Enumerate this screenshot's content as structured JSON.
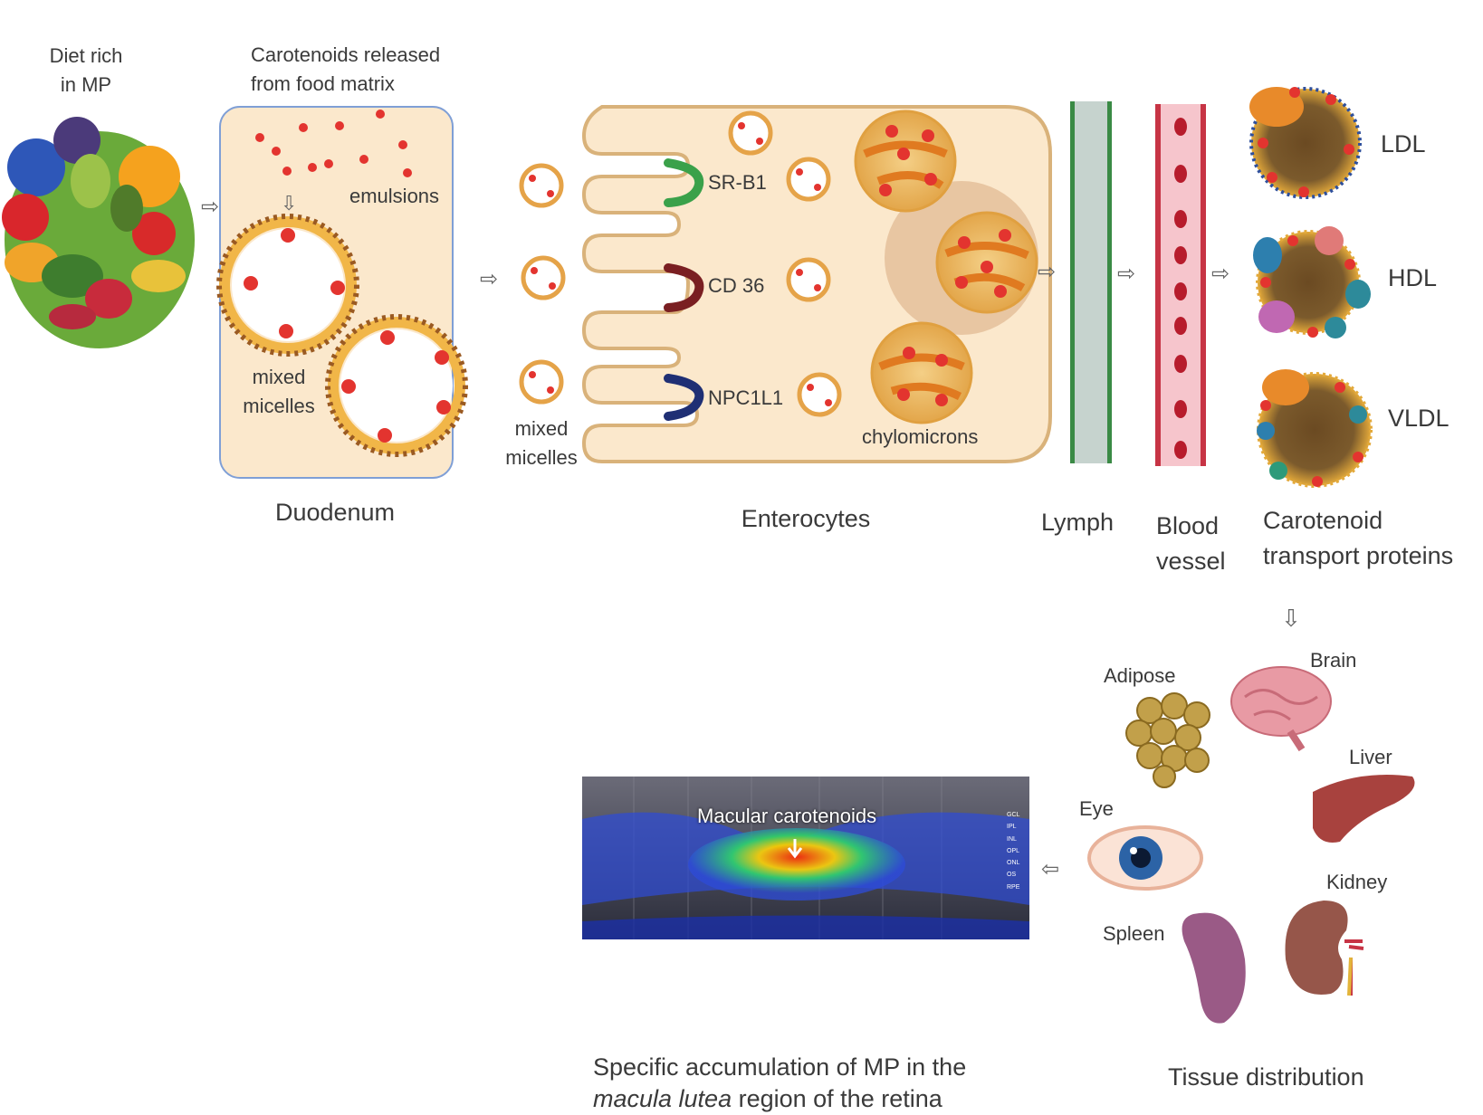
{
  "diet": {
    "line1": "Diet rich",
    "line2": "in MP"
  },
  "duodenum": {
    "release_line1": "Carotenoids released",
    "release_line2": "from food matrix",
    "emulsions": "emulsions",
    "mixed_micelles_line1": "mixed",
    "mixed_micelles_line2": "micelles",
    "title": "Duodenum"
  },
  "enterocytes": {
    "mixed_micelles_line1": "mixed",
    "mixed_micelles_line2": "micelles",
    "receptors": [
      "SR-B1",
      "CD 36",
      "NPC1L1"
    ],
    "chylomicrons": "chylomicrons",
    "title": "Enterocytes"
  },
  "lymph": "Lymph",
  "blood_vessel": {
    "line1": "Blood",
    "line2": "vessel"
  },
  "transport": {
    "proteins": [
      "LDL",
      "HDL",
      "VLDL"
    ],
    "title_line1": "Carotenoid",
    "title_line2": "transport proteins"
  },
  "tissues": {
    "labels": [
      "Adipose",
      "Brain",
      "Liver",
      "Eye",
      "Kidney",
      "Spleen"
    ],
    "title": "Tissue distribution"
  },
  "retina": {
    "image_label": "Macular carotenoids",
    "layer_labels": [
      "GCL",
      "IPL",
      "INL",
      "OPL",
      "ONL",
      "OS",
      "RPE"
    ],
    "caption_line1": "Specific accumulation of MP in the",
    "caption_line2_italic": "macula lutea",
    "caption_line2_rest": " region of the retina"
  },
  "colors": {
    "cell_fill": "#fbe8cc",
    "cell_stroke": "#d9b27a",
    "duodenum_border": "#7f9fd6",
    "carotenoid_red": "#e3342f",
    "micelle_brown": "#9a5a22",
    "srb1_green": "#3aa14a",
    "cd36_maroon": "#7a1f22",
    "npc1l1_navy": "#1f2f74",
    "lymph_green": "#3a8a45",
    "blood_red": "#c73445",
    "blood_fill": "#f6c5cc"
  },
  "icons": [
    "vegetable-bowl-icon",
    "arrow-right-icon",
    "arrow-down-icon",
    "arrow-left-icon",
    "brain-icon",
    "liver-icon",
    "kidney-icon",
    "spleen-icon",
    "eye-icon",
    "adipose-icon"
  ]
}
